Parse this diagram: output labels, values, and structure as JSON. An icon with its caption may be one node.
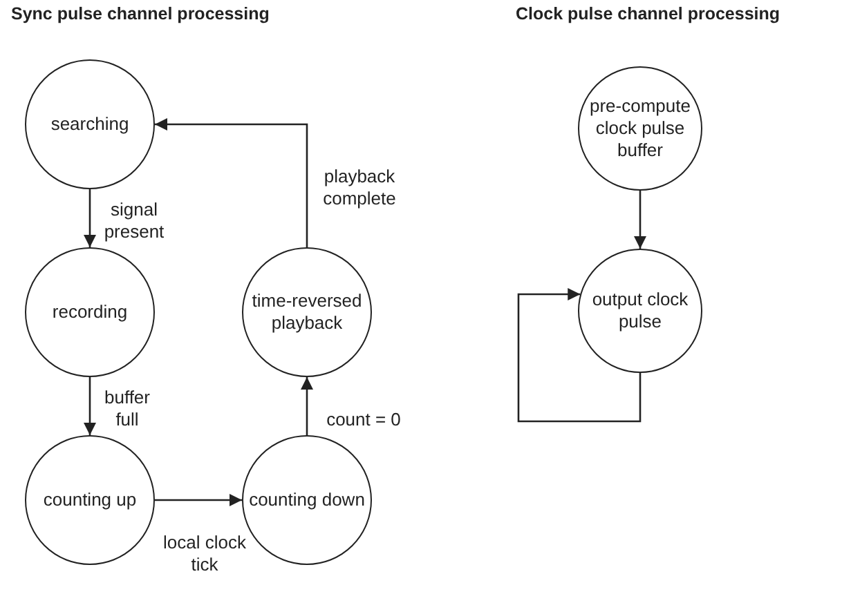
{
  "diagram": {
    "nodes": [
      {
        "text": [
          "searching"
        ]
      },
      {
        "text": [
          "recording"
        ]
      },
      {
        "text": [
          "counting up"
        ]
      },
      {
        "text": [
          "counting down"
        ]
      },
      {
        "text": [
          "time-reversed playback"
        ]
      },
      {
        "text": [
          "pre-compute clock pulse buffer"
        ]
      },
      {
        "text": [
          "output clock pulse"
        ]
      }
    ],
    "edges": [
      {
        "from": 0,
        "to": 1,
        "arrow": "to",
        "label": "signal present"
      },
      {
        "from": 1,
        "to": 2,
        "arrow": "to",
        "label": "buffer full"
      },
      {
        "from": 2,
        "to": 3,
        "arrow": "to",
        "label": "local clock tick"
      },
      {
        "from": 3,
        "to": 4,
        "arrow": "to",
        "label": "count = 0"
      },
      {
        "from": 4,
        "to": 0,
        "arrow": "to",
        "label": "playback complete"
      },
      {
        "from": 5,
        "to": 6,
        "arrow": "to"
      },
      {
        "from": 6,
        "to": 6,
        "arrow": "to"
      }
    ],
    "labels": [
      "Sync pulse channel processing",
      "Clock pulse channel processing"
    ]
  }
}
